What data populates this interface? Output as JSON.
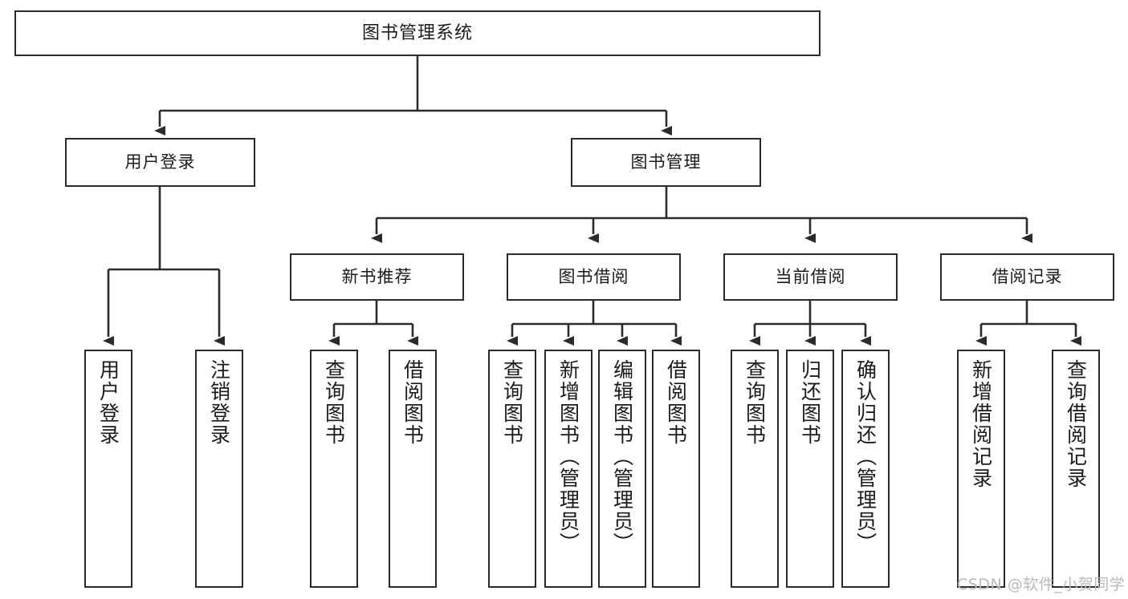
{
  "diagram": {
    "title": "图书管理系统",
    "type": "tree-hierarchy-diagram",
    "watermark": "CSDN @软件_小贺同学",
    "colors": {
      "background": "#ffffff",
      "box_border": "#2b2b2b",
      "box_fill": "#ffffff",
      "text": "#1b1b1b",
      "connector": "#2b2b2b",
      "watermark": "#b9b9b9"
    },
    "root": {
      "label": "图书管理系统"
    },
    "level2": [
      {
        "label": "用户登录"
      },
      {
        "label": "图书管理"
      }
    ],
    "level3": [
      {
        "label": "新书推荐"
      },
      {
        "label": "图书借阅"
      },
      {
        "label": "当前借阅"
      },
      {
        "label": "借阅记录"
      }
    ],
    "leaves": [
      {
        "label": "用户登录"
      },
      {
        "label": "注销登录"
      },
      {
        "label": "查询图书"
      },
      {
        "label": "借阅图书"
      },
      {
        "label": "查询图书"
      },
      {
        "label": "新增图书（管理员）"
      },
      {
        "label": "编辑图书（管理员）"
      },
      {
        "label": "借阅图书"
      },
      {
        "label": "查询图书"
      },
      {
        "label": "归还图书"
      },
      {
        "label": "确认归还（管理员）"
      },
      {
        "label": "新增借阅记录"
      },
      {
        "label": "查询借阅记录"
      }
    ]
  }
}
